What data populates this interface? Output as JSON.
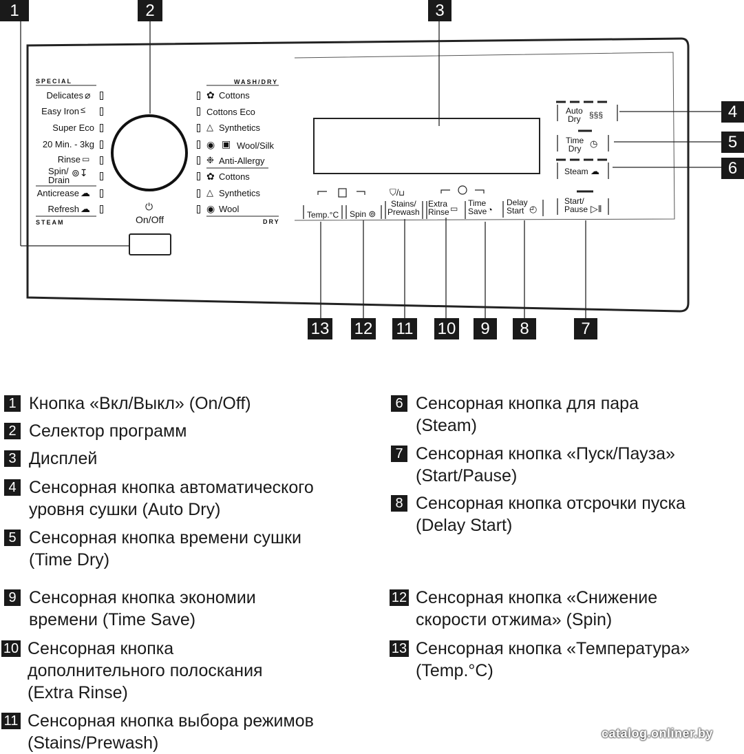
{
  "callouts": [
    "1",
    "2",
    "3",
    "4",
    "5",
    "6",
    "7",
    "8",
    "9",
    "10",
    "11",
    "12",
    "13"
  ],
  "panel": {
    "special_header": "SPECIAL",
    "steam_header": "STEAM",
    "washdry_header": "WASH/DRY",
    "dry_header": "DRY",
    "left_programs": [
      "Delicates",
      "Easy Iron",
      "Super Eco",
      "20 Min. - 3kg",
      "Rinse",
      "Spin/",
      "Drain",
      "Anticrease",
      "Refresh"
    ],
    "right_programs": [
      "Cottons",
      "Cottons Eco",
      "Synthetics",
      "Wool/Silk",
      "Anti-Allergy",
      "Cottons",
      "Synthetics",
      "Wool"
    ],
    "onoff_label": "On/Off",
    "buttons": {
      "temp": "Temp.°C",
      "spin": "Spin",
      "stains_1": "Stains/",
      "stains_2": "Prewash",
      "extra_1": "Extra",
      "extra_2": "Rinse",
      "timesave_1": "Time",
      "timesave_2": "Save",
      "delay_1": "Delay",
      "delay_2": "Start",
      "startpause_1": "Start/",
      "startpause_2": "Pause",
      "autodry_1": "Auto",
      "autodry_2": "Dry",
      "timedry_1": "Time",
      "timedry_2": "Dry",
      "steam": "Steam"
    }
  },
  "legend": [
    {
      "num": "1",
      "text": "Кнопка «Вкл/Выкл» (On/Off)"
    },
    {
      "num": "2",
      "text": "Селектор программ"
    },
    {
      "num": "3",
      "text": "Дисплей"
    },
    {
      "num": "4",
      "text": "Сенсорная кнопка автоматического\nуровня сушки (Auto Dry)"
    },
    {
      "num": "5",
      "text": "Сенсорная кнопка времени сушки\n(Time Dry)"
    },
    {
      "num": "6",
      "text": "Сенсорная кнопка для пара\n(Steam)"
    },
    {
      "num": "7",
      "text": "Сенсорная кнопка «Пуск/Пауза»\n(Start/Pause)"
    },
    {
      "num": "8",
      "text": "Сенсорная кнопка отсрочки пуска\n(Delay Start)"
    },
    {
      "num": "9",
      "text": "Сенсорная кнопка экономии\nвремени (Time Save)"
    },
    {
      "num": "10",
      "text": "Сенсорная кнопка\nдополнительного полоскания\n(Extra Rinse)"
    },
    {
      "num": "11",
      "text": "Сенсорная кнопка выбора режимов\n(Stains/Prewash)"
    },
    {
      "num": "12",
      "text": "Сенсорная кнопка «Снижение\nскорости отжима» (Spin)"
    },
    {
      "num": "13",
      "text": "Сенсорная кнопка «Температура»\n(Temp.°C)"
    }
  ],
  "watermark": "catalog.onliner.by"
}
